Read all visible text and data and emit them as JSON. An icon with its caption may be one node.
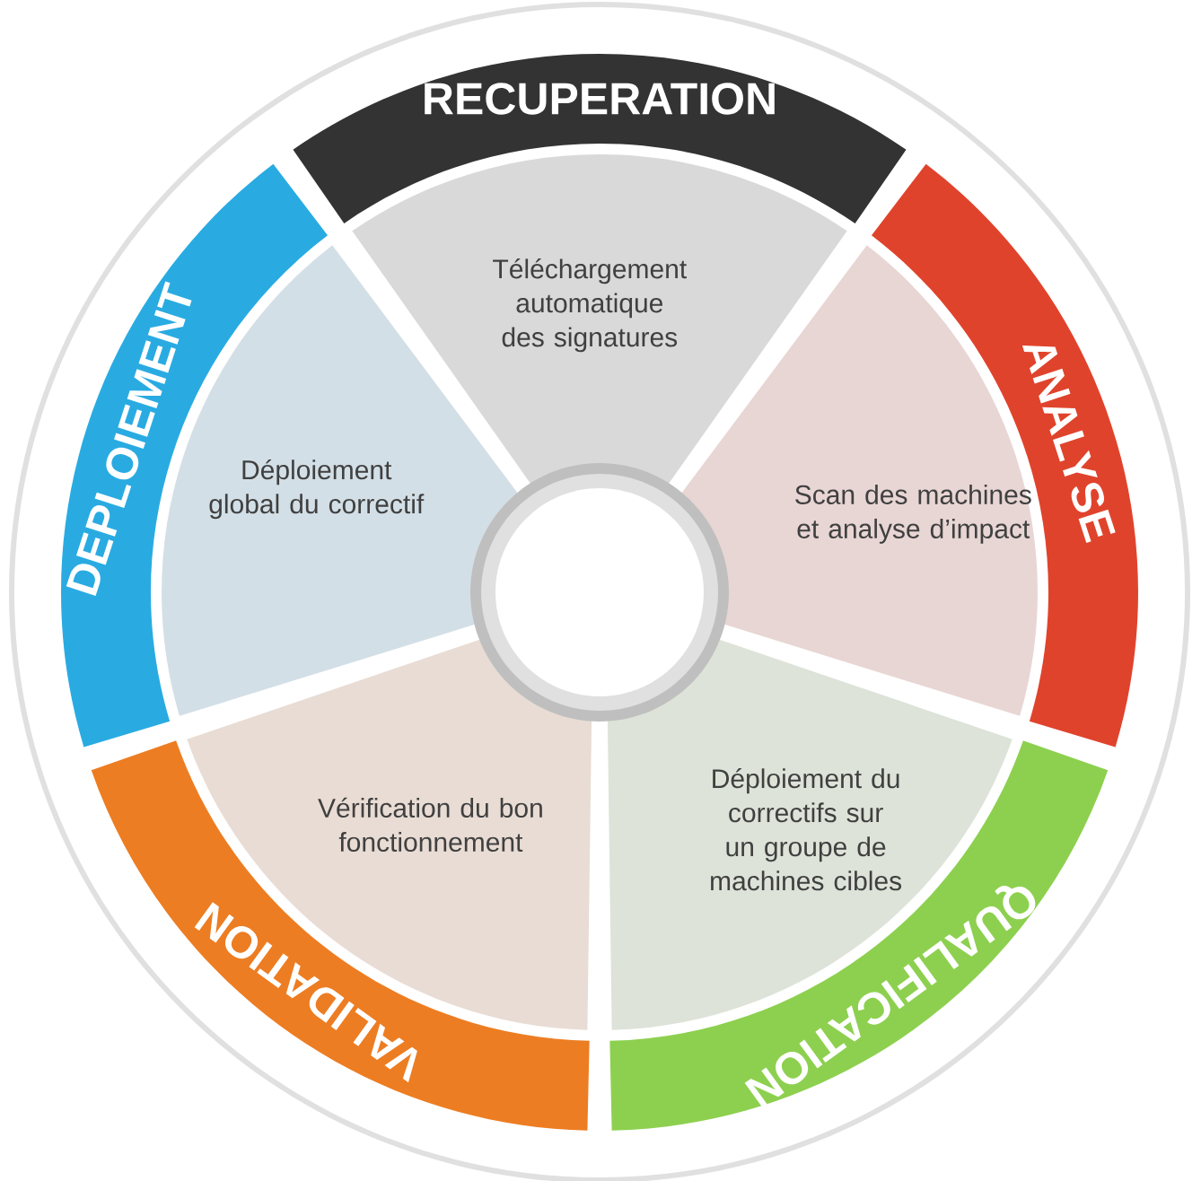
{
  "diagram": {
    "nodes": [
      {
        "text": [
          "RECUPERATION",
          "Téléchargement automatique des signatures"
        ]
      },
      {
        "text": [
          "ANALYSE",
          "Scan des machines et analyse d’impact"
        ]
      },
      {
        "text": [
          "QUALIFICATION",
          "Déploiement du correctifs sur un groupe de machines cibles"
        ]
      },
      {
        "text": [
          "VALIDATION",
          "Vérification du bon fonctionnement"
        ]
      },
      {
        "text": [
          "DEPLOIEMENT",
          "Déploiement global du correctif"
        ]
      }
    ]
  }
}
